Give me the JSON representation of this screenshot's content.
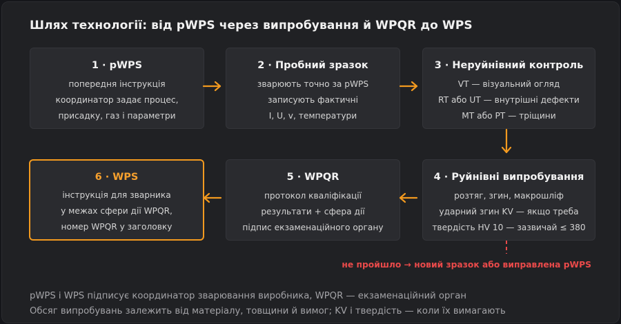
{
  "title": "Шлях технології: від pWPS через випробування й WPQR до WPS",
  "steps": [
    {
      "title": "1 · pWPS",
      "lines": [
        "попередня інструкція",
        "координатор задає процес,",
        "присадку, газ і параметри"
      ]
    },
    {
      "title": "2 · Пробний зразок",
      "lines": [
        "зварюють точно за pWPS",
        "записують фактичні",
        "I, U, v, температури"
      ]
    },
    {
      "title": "3 · Неруйнівний контроль",
      "lines": [
        "VT — візуальний огляд",
        "RT або UT — внутрішні дефекти",
        "MT або PT — тріщини"
      ]
    },
    {
      "title": "4 · Руйнівні випробування",
      "lines": [
        "розтяг, згин, макрошліф",
        "ударний згин KV — якщо треба",
        "твердість HV 10 — зазвичай ≤ 380"
      ]
    },
    {
      "title": "5 · WPQR",
      "lines": [
        "протокол кваліфікації",
        "результати + сфера дії",
        "підпис екзаменаційного органу"
      ]
    },
    {
      "title": "6 · WPS",
      "lines": [
        "інструкція для зварника",
        "у межах сфери дії WPQR,",
        "номер WPQR у заголовку"
      ]
    }
  ],
  "fail_note": "не пройшло → новий зразок або виправлена pWPS",
  "footer": [
    "pWPS і WPS підписує координатор зварювання виробника, WPQR — екзаменаційний орган",
    "Обсяг випробувань залежить від матеріалу, товщини й вимог; KV і твердість — коли їх вимагають"
  ],
  "colors": {
    "accent": "#f39a1f",
    "fail": "#ea4a4a",
    "background": "#202124",
    "box": "#2a2b2f"
  }
}
